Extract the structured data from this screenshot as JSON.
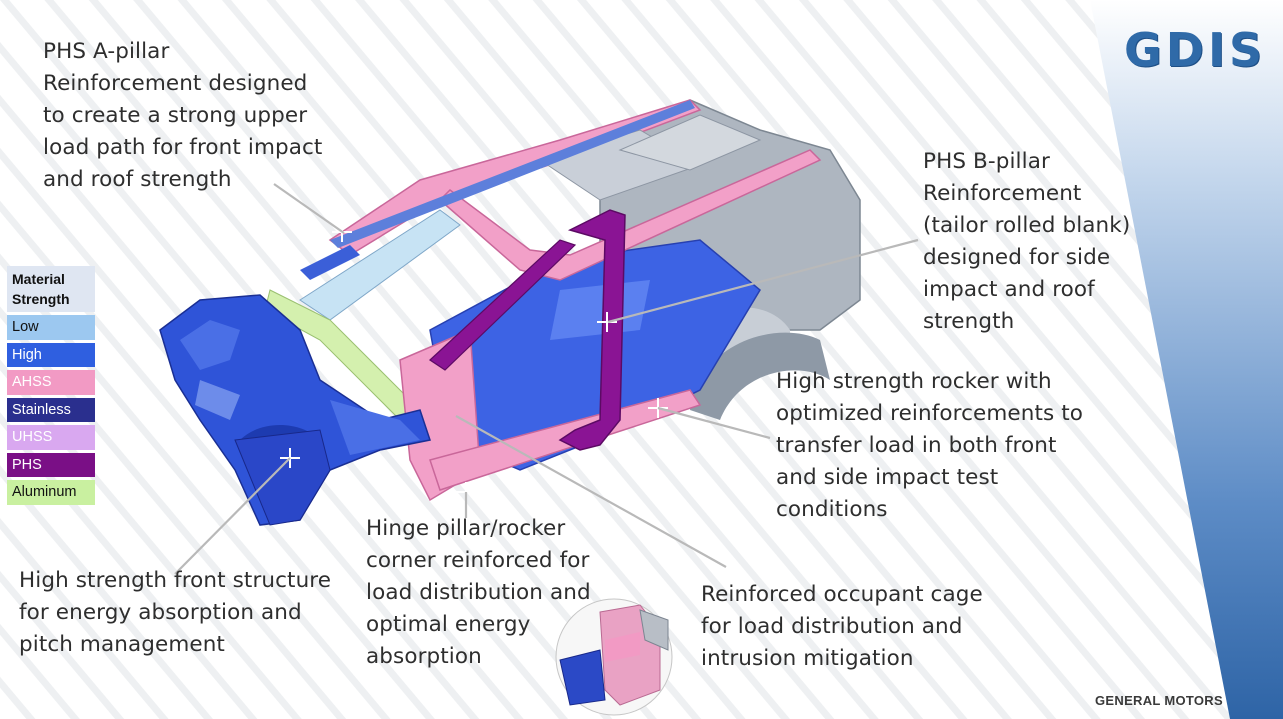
{
  "brand": {
    "logo": "GDIS",
    "footer": "GENERAL MOTORS"
  },
  "callouts": {
    "a_pillar": [
      "PHS A-pillar",
      "Reinforcement designed",
      "to create a strong upper",
      "load path for front impact",
      "and roof strength"
    ],
    "b_pillar": [
      "PHS B-pillar",
      "Reinforcement",
      "(tailor rolled blank)",
      "designed for side",
      "impact and roof",
      "strength"
    ],
    "rocker": [
      "High strength rocker with",
      "optimized reinforcements to",
      "transfer load in both front",
      "and side impact test",
      "conditions"
    ],
    "front_structure": [
      "High strength front structure",
      "for energy absorption and",
      "pitch management"
    ],
    "hinge_pillar": [
      "Hinge pillar/rocker",
      "corner reinforced for",
      "load distribution and",
      "optimal energy",
      "absorption"
    ],
    "occupant_cage": [
      "Reinforced occupant cage",
      "for load distribution and",
      "intrusion mitigation"
    ]
  },
  "legend": {
    "title": "Material Strength",
    "items": [
      {
        "label": "Low",
        "color": "#9cc8f0"
      },
      {
        "label": "High",
        "color": "#2f5fe0"
      },
      {
        "label": "AHSS",
        "color": "#f29ac4"
      },
      {
        "label": "Stainless",
        "color": "#2a2f8e"
      },
      {
        "label": "UHSS",
        "color": "#d9a8f0"
      },
      {
        "label": "PHS",
        "color": "#7a0f86"
      },
      {
        "label": "Aluminum",
        "color": "#c9f0a0"
      }
    ]
  },
  "colors": {
    "low": "#9cc8f0",
    "high": "#2f5fe0",
    "ahss": "#f29ac4",
    "stainless": "#2a2f8e",
    "uhss": "#d9a8f0",
    "phs": "#7a0f86",
    "aluminum": "#c9f0a0",
    "band": "#3d74b8",
    "logo": "#2f6aa8"
  },
  "icons": {
    "car": "vehicle-body-structure-illustration",
    "inset": "hinge-pillar-detail-inset"
  }
}
